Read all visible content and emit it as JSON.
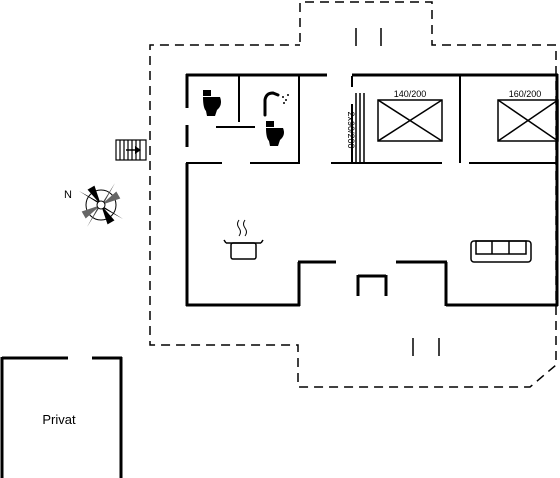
{
  "floorplan": {
    "rooms": {
      "bedroom_1": {
        "bed_label": "140/200"
      },
      "bedroom_2": {
        "bed_label": "160/200"
      },
      "bunk_bed": {
        "bed_label": "2x90/200"
      },
      "annex": {
        "label": "Privat"
      }
    },
    "compass": {
      "north_label": "N"
    },
    "icons": [
      "toilet-icon",
      "shower-icon",
      "cooking-pot-icon",
      "sofa-icon",
      "stairs-icon",
      "compass-rose-icon"
    ],
    "colors": {
      "wall": "#000000",
      "background": "#ffffff"
    }
  }
}
